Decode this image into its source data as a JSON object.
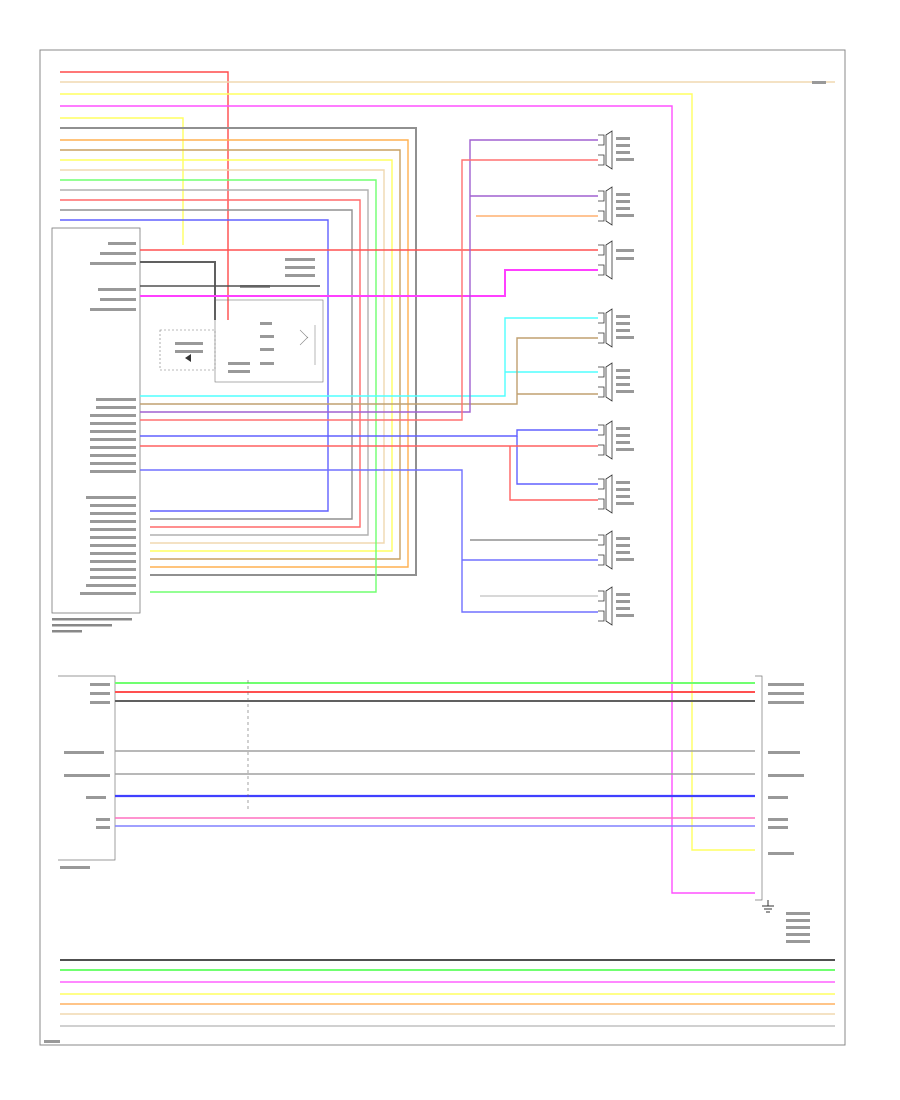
{
  "diagram": {
    "footer_code": "",
    "top_right_label": "",
    "colors": {
      "red": "#ff4a4a",
      "orange": "#ffb060",
      "yellow": "#ffff40",
      "pink": "#ff40ff",
      "black": "#505050",
      "gray": "#b0b0b0",
      "green": "#60ff60",
      "cyan": "#40ffff",
      "blue": "#6060ff",
      "brown": "#c8a060",
      "tan": "#f0d8b0",
      "violet": "#a050ff"
    },
    "modules": {
      "amp": {
        "caption_lines": [
          "",
          "",
          ""
        ]
      },
      "audio_unit": {
        "caption": ""
      },
      "satellite": {
        "caption_lines": [
          "",
          "",
          "",
          "",
          ""
        ]
      }
    },
    "speakers": [
      {
        "name": "right-front-door-speaker"
      },
      {
        "name": "right-front-tweeter"
      },
      {
        "name": "center-speaker"
      },
      {
        "name": "left-front-door-speaker"
      },
      {
        "name": "left-front-tweeter"
      },
      {
        "name": "left-rear-speaker"
      },
      {
        "name": "left-rear-tweeter"
      },
      {
        "name": "right-rear-speaker"
      },
      {
        "name": "right-rear-tweeter"
      }
    ]
  }
}
